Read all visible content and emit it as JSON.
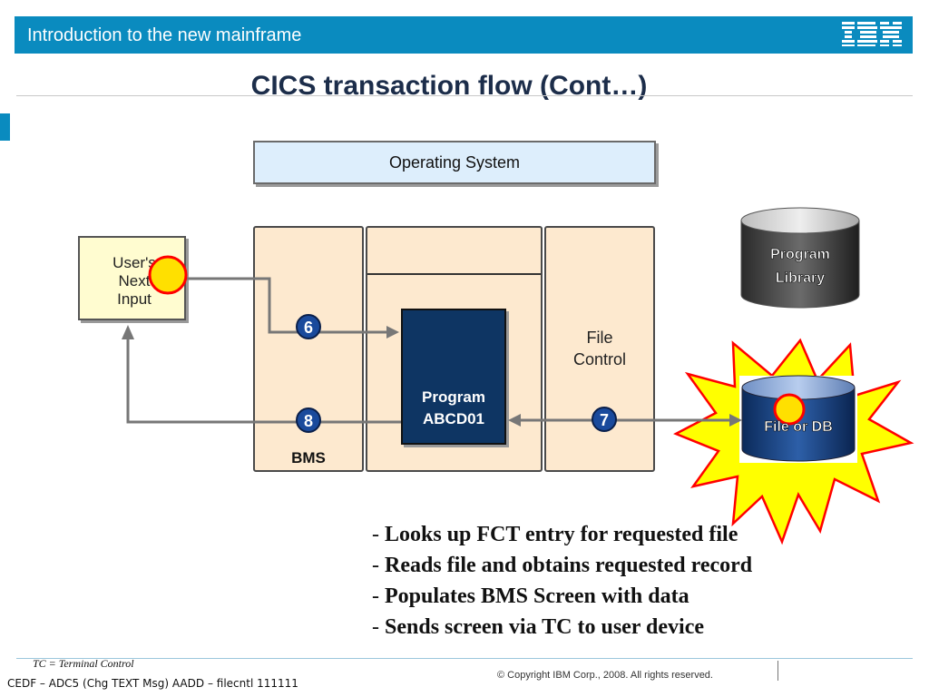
{
  "header": {
    "title": "Introduction to the new mainframe",
    "logo": "IBM"
  },
  "slide": {
    "title": "CICS transaction flow (Cont…)"
  },
  "diagram": {
    "operating_system": "Operating System",
    "users_input": [
      "User's",
      "Next",
      "Input"
    ],
    "bms": "BMS",
    "program": [
      "Program",
      "ABCD01"
    ],
    "file_control": [
      "File",
      "Control"
    ],
    "program_library": [
      "Program",
      "Library"
    ],
    "file_or_db": "File or DB",
    "steps": {
      "six": "6",
      "seven": "7",
      "eight": "8"
    }
  },
  "bullets": [
    "Looks up FCT entry for requested file",
    "Reads file and obtains requested record",
    "Populates BMS Screen with data",
    "Sends screen via TC to user device"
  ],
  "footer": {
    "footnote": "TC = Terminal Control",
    "copyright": "© Copyright IBM Corp., 2008. All rights reserved.",
    "cedf": "CEDF – ADC5  (Chg TEXT Msg)  AADD – filecntl  111111"
  },
  "colors": {
    "banner": "#0a8bbf",
    "program_box": "#0e3563",
    "column_fill": "#fde9cf",
    "burst": "#ffff00",
    "burst_outline": "#ff0000",
    "step_badge": "#1a4a9c"
  }
}
